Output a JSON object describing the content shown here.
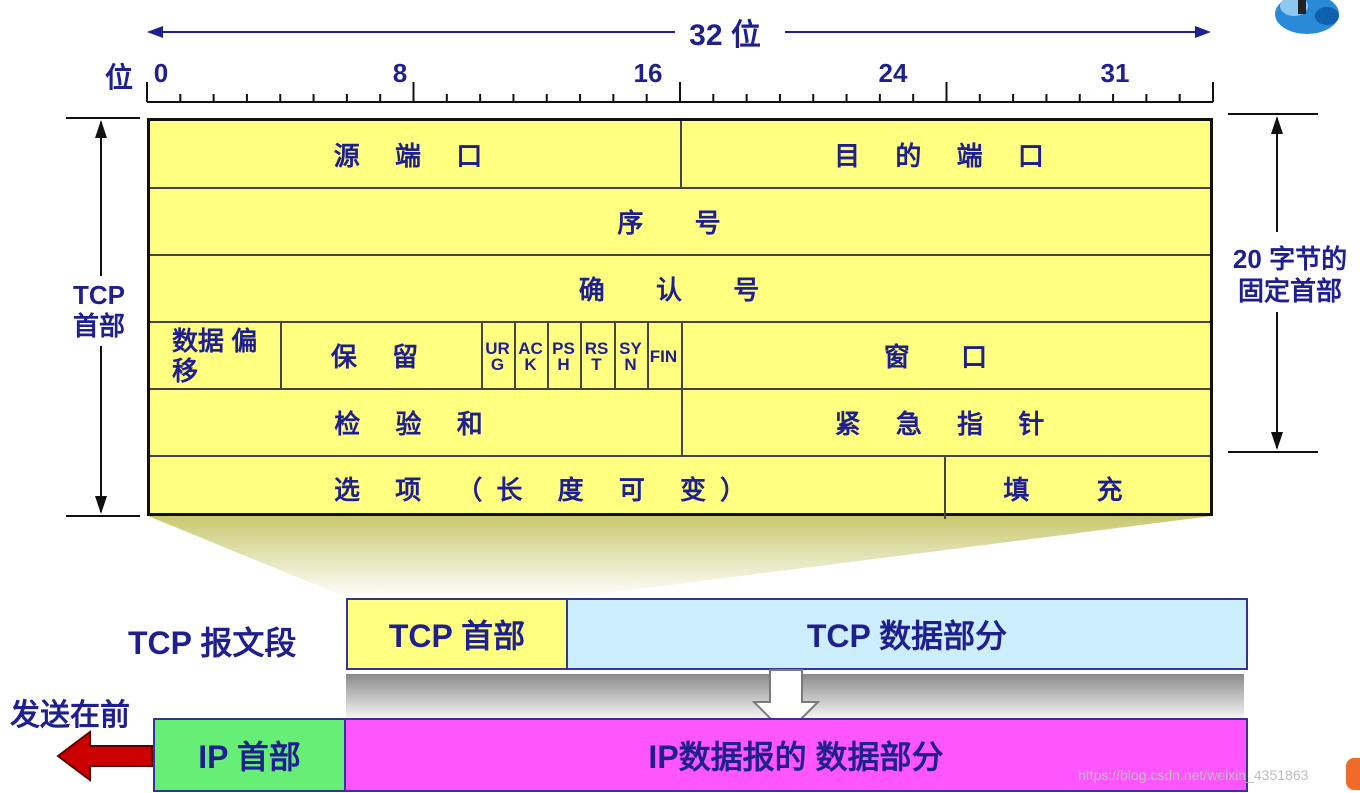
{
  "top_scale": {
    "width_label": "32 位",
    "bit_label": "位",
    "ticks": [
      "0",
      "8",
      "16",
      "24",
      "31"
    ]
  },
  "side_labels": {
    "tcp_header": "TCP 首部",
    "fixed_header": "20 字节的 固定首部"
  },
  "fields": {
    "src_port": "源 端 口",
    "dst_port": "目 的 端 口",
    "seq": "序 号",
    "ack_no": "确 认 号",
    "data_offset": "数据 偏移",
    "reserved": "保 留",
    "flags": [
      "URG",
      "ACK",
      "PSH",
      "RST",
      "SYN",
      "FIN"
    ],
    "window": "窗 口",
    "checksum": "检 验 和",
    "urgent_ptr": "紧 急 指 针",
    "options": "选 项 （长 度 可 变）",
    "padding": "填 充"
  },
  "segment": {
    "label": "TCP 报文段",
    "header": "TCP 首部",
    "data": "TCP 数据部分"
  },
  "ip": {
    "send_first": "发送在前",
    "header": "IP 首部",
    "data": "IP数据报的 数据部分"
  },
  "watermark": "https://blog.csdn.net/weixin_4351863",
  "colors": {
    "field_fill": "#ffff80",
    "tcp_data_fill": "#cceeff",
    "ip_header_fill": "#66ee77",
    "ip_data_fill": "#ff55ff",
    "arrow_red": "#cc0000",
    "text": "#1f1f8f"
  }
}
